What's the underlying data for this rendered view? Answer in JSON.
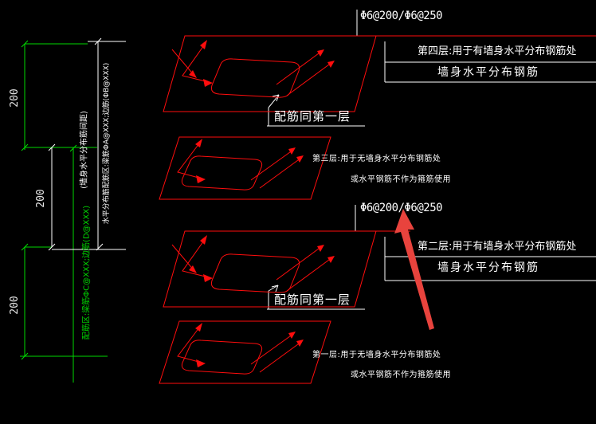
{
  "specs": {
    "top": "Φ6@200/Φ6@250",
    "middle": "Φ6@200/Φ6@250"
  },
  "annotations": {
    "layer4_line1": "第四层:用于有墙身水平分布钢筋处",
    "layer4_line2": "墙身水平分布钢筋",
    "layer3_line1": "第三层:用于无墙身水平分布钢筋处",
    "layer3_line2": "或水平钢筋不作为箍筋使用",
    "layer2_line1": "第二层:用于有墙身水平分布钢筋处",
    "layer2_line2": "墙身水平分布钢筋",
    "layer1_line1": "第一层:用于无墙身水平分布钢筋处",
    "layer1_line2": "或水平钢筋不作为箍筋使用",
    "same_as_first_upper": "配筋同第一层",
    "same_as_first_lower": "配筋同第一层"
  },
  "dimensions": {
    "values": [
      "200",
      "200",
      "200"
    ]
  },
  "vertical_notes": {
    "wall_spacing": "(墙身水平分布筋间距)",
    "horizontal_zone": "水平分布筋配筋区:梁筋ΦA@XXX;边筋(ΦB@XXX)",
    "green_zone": "配筋区:梁筋ΦC@XXX;边筋(D@XXX)"
  },
  "colors": {
    "background": "#000000",
    "rebar_red": "#ff0d0d",
    "dim_green": "#00d900",
    "annotation_white": "#ffffff",
    "pointer_arrow_red": "#e8433d"
  }
}
